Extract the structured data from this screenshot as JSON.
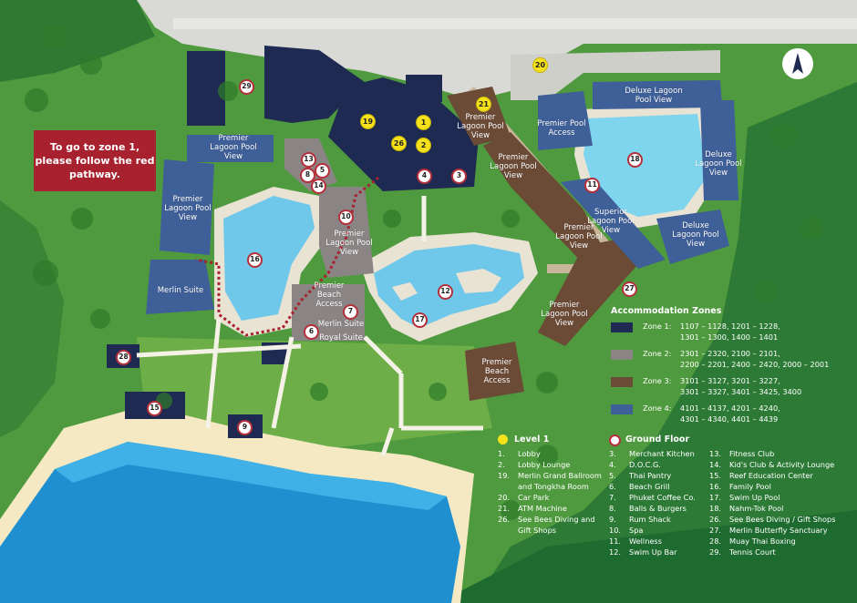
{
  "notice": {
    "line1": "To go to zone 1,",
    "line2": "please follow the red",
    "line3": "pathway."
  },
  "colors": {
    "zone1": "#1e2a52",
    "zone2": "#8a8484",
    "zone3": "#6b4a36",
    "zone4": "#3f5f98",
    "notice": "#a7222e",
    "level1_marker": "#f6e21a",
    "ground_marker_border": "#b5303a",
    "sea": "#1f8fd0",
    "pool": "#6fc8ea",
    "grass": "#4f9a3e"
  },
  "icons": {
    "compass": "north-arrow-icon"
  },
  "buildings": {
    "plpv_left": "Premier Lagoon Pool View",
    "plpv_top": "Premier Lagoon Pool View",
    "plpv_mid": "Premier Lagoon Pool View",
    "plpv_right_top": "Premier Lagoon Pool View",
    "plpv_right_mid": "Premier Lagoon Pool View",
    "plpv_right_low": "Premier Lagoon Pool View",
    "plpv_center": "Premier Lagoon Pool View",
    "premier_pool_access": "Premier Pool Access",
    "deluxe_top": "Deluxe Lagoon Pool View",
    "deluxe_right": "Deluxe Lagoon Pool View",
    "deluxe_low": "Deluxe Lagoon Pool View",
    "superior": "Superior Lagoon Pool View",
    "merlin_suite_left": "Merlin Suite",
    "premier_beach_access_left": "Premier Beach Access",
    "merlin_suite_mid": "Merlin Suite",
    "royal_suite": "Royal Suite",
    "premier_beach_access_right": "Premier Beach Access"
  },
  "markers": {
    "m1": "1",
    "m2": "2",
    "m3": "3",
    "m4": "4",
    "m5": "5",
    "m6": "6",
    "m7": "7",
    "m8": "8",
    "m9": "9",
    "m10": "10",
    "m11": "11",
    "m12": "12",
    "m13": "13",
    "m14": "14",
    "m15": "15",
    "m16": "16",
    "m17": "17",
    "m18": "18",
    "m19": "19",
    "m20": "20",
    "m21": "21",
    "m26": "26",
    "m27": "27",
    "m28": "28",
    "m29": "29"
  },
  "legend": {
    "accommodation_title": "Accommodation Zones",
    "zones": [
      {
        "label": "Zone 1:",
        "line1": "1107 – 1128, 1201 – 1228,",
        "line2": "1301 – 1300, 1400 – 1401"
      },
      {
        "label": "Zone 2:",
        "line1": "2301 – 2320, 2100 – 2101,",
        "line2": "2200 – 2201, 2400 – 2420, 2000 – 2001"
      },
      {
        "label": "Zone 3:",
        "line1": "3101 – 3127, 3201 – 3227,",
        "line2": "3301 – 3327, 3401 – 3425, 3400"
      },
      {
        "label": "Zone 4:",
        "line1": "4101 – 4137, 4201 – 4240,",
        "line2": "4301 – 4340, 4401 – 4439"
      }
    ],
    "level1_title": "Level 1",
    "level1_items": [
      {
        "num": "1.",
        "label": "Lobby"
      },
      {
        "num": "2.",
        "label": "Lobby Lounge"
      },
      {
        "num": "19.",
        "label": "Merlin Grand Ballroom"
      },
      {
        "num": "",
        "label": "and Tongkha Room"
      },
      {
        "num": "20.",
        "label": "Car Park"
      },
      {
        "num": "21.",
        "label": "ATM Machine"
      },
      {
        "num": "26.",
        "label": "See Bees Diving and"
      },
      {
        "num": "",
        "label": "Gift Shops"
      }
    ],
    "ground_title": "Ground Floor",
    "ground_items": [
      {
        "num": "3.",
        "label": "Merchant Kitchen"
      },
      {
        "num": "4.",
        "label": "D.O.C.G."
      },
      {
        "num": "5.",
        "label": "Thai Pantry"
      },
      {
        "num": "6.",
        "label": "Beach Grill"
      },
      {
        "num": "7.",
        "label": "Phuket Coffee Co."
      },
      {
        "num": "8.",
        "label": "Balls & Burgers"
      },
      {
        "num": "9.",
        "label": "Rum Shack"
      },
      {
        "num": "10.",
        "label": "Spa"
      },
      {
        "num": "11.",
        "label": "Wellness"
      },
      {
        "num": "12.",
        "label": "Swim Up Bar"
      }
    ],
    "ground_items2": [
      {
        "num": "13.",
        "label": "Fitness Club"
      },
      {
        "num": "14.",
        "label": "Kid's Club & Activity Lounge"
      },
      {
        "num": "15.",
        "label": "Reef Education Center"
      },
      {
        "num": "16.",
        "label": "Family Pool"
      },
      {
        "num": "17.",
        "label": "Swim Up Pool"
      },
      {
        "num": "18.",
        "label": "Nahm-Tok Pool"
      },
      {
        "num": "26.",
        "label": "See Bees Diving / Gift Shops"
      },
      {
        "num": "27.",
        "label": "Merlin Butterfly Sanctuary"
      },
      {
        "num": "28.",
        "label": "Muay Thai Boxing"
      },
      {
        "num": "29.",
        "label": "Tennis Court"
      }
    ]
  }
}
